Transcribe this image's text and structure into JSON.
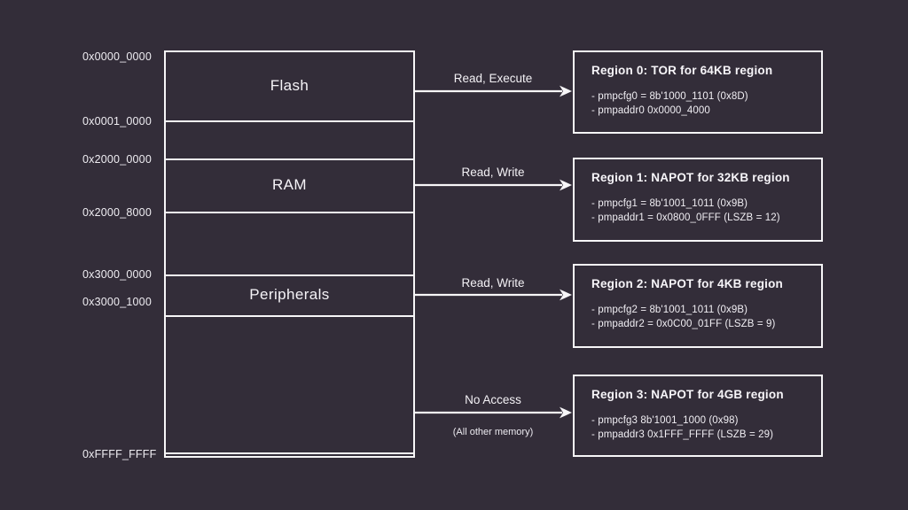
{
  "colors": {
    "background": "#332d39",
    "line": "#f7f6f8",
    "text": "#f3f1f5"
  },
  "memory_map": {
    "addresses": [
      "0x0000_0000",
      "0x0001_0000",
      "0x2000_0000",
      "0x2000_8000",
      "0x3000_0000",
      "0x3000_1000",
      "0xFFFF_FFFF"
    ],
    "blocks": [
      "Flash",
      "RAM",
      "Peripherals"
    ]
  },
  "arrows": [
    {
      "label": "Read, Execute"
    },
    {
      "label": "Read, Write"
    },
    {
      "label": "Read, Write"
    },
    {
      "label": "No Access",
      "note": "(All other memory)"
    }
  ],
  "regions": [
    {
      "title": "Region 0: TOR for 64KB region",
      "lines": [
        "- pmpcfg0 = 8b'1000_1101 (0x8D)",
        "- pmpaddr0 0x0000_4000"
      ]
    },
    {
      "title": "Region 1: NAPOT for 32KB region",
      "lines": [
        "- pmpcfg1 = 8b'1001_1011 (0x9B)",
        "- pmpaddr1 = 0x0800_0FFF (LSZB = 12)"
      ]
    },
    {
      "title": "Region 2: NAPOT for 4KB region",
      "lines": [
        "- pmpcfg2 = 8b'1001_1011 (0x9B)",
        "- pmpaddr2 = 0x0C00_01FF (LSZB = 9)"
      ]
    },
    {
      "title": "Region 3: NAPOT for 4GB region",
      "lines": [
        "- pmpcfg3 8b'1001_1000 (0x98)",
        "- pmpaddr3 0x1FFF_FFFF (LSZB = 29)"
      ]
    }
  ]
}
